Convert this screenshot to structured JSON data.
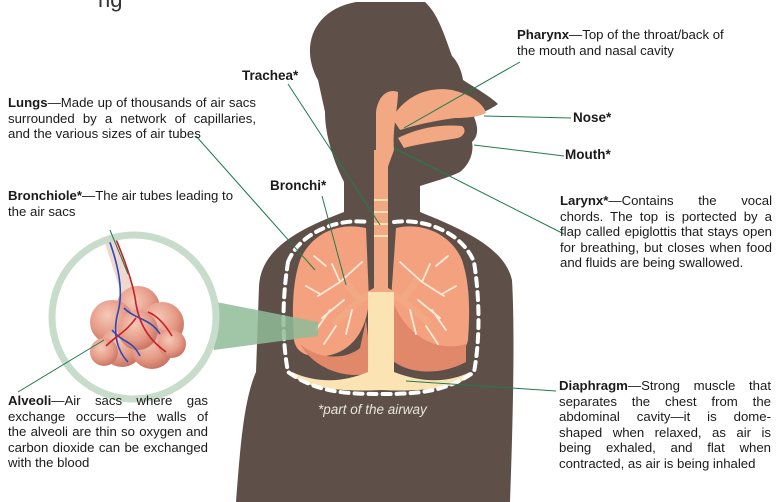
{
  "heading_fragment": "ng",
  "footnote": "*part of the airway",
  "labels": {
    "pharynx": {
      "term": "Pharynx",
      "desc": "—Top of the throat/back of the mouth and nasal cavity"
    },
    "trachea": "Trachea*",
    "lungs": {
      "term": "Lungs",
      "desc": "—Made up of thousands of air sacs surrounded by a network of capillaries, and the various sizes of air tubes"
    },
    "nose": "Nose*",
    "mouth": "Mouth*",
    "bronchi": "Bronchi*",
    "bronchiole": {
      "term": "Bronchiole*",
      "desc": "—The air tubes leading to the air sacs"
    },
    "larynx": {
      "term": "Larynx*",
      "desc": "—Contains the vocal chords. The top is portected by a flap called epiglottis that stays open for breathing, but closes when food and fluids are being swallowed."
    },
    "alveoli": {
      "term": "Alveoli",
      "desc": "—Air sacs where gas exchange occurs—the walls of the alveoli are thin so oxygen and carbon dioxide can be exchanged with the blood"
    },
    "diaphragm": {
      "term": "Diaphragm",
      "desc": "—Strong muscle that separates the chest from the abdominal cavity—it is dome-shaped when relaxed, as air is being exhaled, and flat when contracted, as air is being inhaled"
    }
  },
  "colors": {
    "silhouette": "#5e5048",
    "airway": "#f2a882",
    "lung": "#f4a17f",
    "lung_dark": "#e2886a",
    "diaphragm": "#fbe3b4",
    "leader_line": "#1f7d4e",
    "magnifier_ring": "#c7dccb"
  }
}
